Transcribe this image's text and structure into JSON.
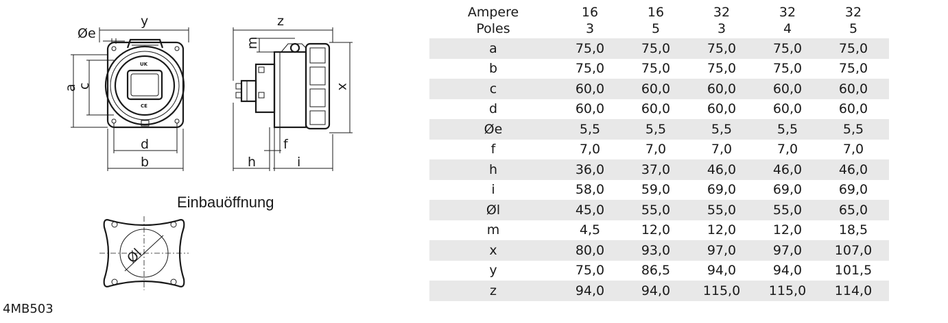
{
  "product_code": "4MB503",
  "caption": "Einbauöffnung",
  "dimension_labels": {
    "y": "y",
    "oe": "Øe",
    "a": "a",
    "c": "c",
    "d": "d",
    "b": "b",
    "z": "z",
    "m": "m",
    "x": "x",
    "f": "f",
    "h": "h",
    "i": "i",
    "ol": "Øl"
  },
  "mark_labels": {
    "uk": "UK",
    "ce": "CE"
  },
  "table": {
    "ampere_label": "Ampere",
    "poles_label": "Poles",
    "columns": [
      {
        "ampere": "16",
        "poles": "3"
      },
      {
        "ampere": "16",
        "poles": "5"
      },
      {
        "ampere": "32",
        "poles": "3"
      },
      {
        "ampere": "32",
        "poles": "4"
      },
      {
        "ampere": "32",
        "poles": "5"
      }
    ],
    "rows": [
      {
        "label": "a",
        "values": [
          "75,0",
          "75,0",
          "75,0",
          "75,0",
          "75,0"
        ]
      },
      {
        "label": "b",
        "values": [
          "75,0",
          "75,0",
          "75,0",
          "75,0",
          "75,0"
        ]
      },
      {
        "label": "c",
        "values": [
          "60,0",
          "60,0",
          "60,0",
          "60,0",
          "60,0"
        ]
      },
      {
        "label": "d",
        "values": [
          "60,0",
          "60,0",
          "60,0",
          "60,0",
          "60,0"
        ]
      },
      {
        "label": "Øe",
        "values": [
          "5,5",
          "5,5",
          "5,5",
          "5,5",
          "5,5"
        ]
      },
      {
        "label": "f",
        "values": [
          "7,0",
          "7,0",
          "7,0",
          "7,0",
          "7,0"
        ]
      },
      {
        "label": "h",
        "values": [
          "36,0",
          "37,0",
          "46,0",
          "46,0",
          "46,0"
        ]
      },
      {
        "label": "i",
        "values": [
          "58,0",
          "59,0",
          "69,0",
          "69,0",
          "69,0"
        ]
      },
      {
        "label": "Øl",
        "values": [
          "45,0",
          "55,0",
          "55,0",
          "55,0",
          "65,0"
        ]
      },
      {
        "label": "m",
        "values": [
          "4,5",
          "12,0",
          "12,0",
          "12,0",
          "18,5"
        ]
      },
      {
        "label": "x",
        "values": [
          "80,0",
          "93,0",
          "97,0",
          "97,0",
          "107,0"
        ]
      },
      {
        "label": "y",
        "values": [
          "75,0",
          "86,5",
          "94,0",
          "94,0",
          "101,5"
        ]
      },
      {
        "label": "z",
        "values": [
          "94,0",
          "94,0",
          "115,0",
          "115,0",
          "114,0"
        ]
      }
    ]
  }
}
